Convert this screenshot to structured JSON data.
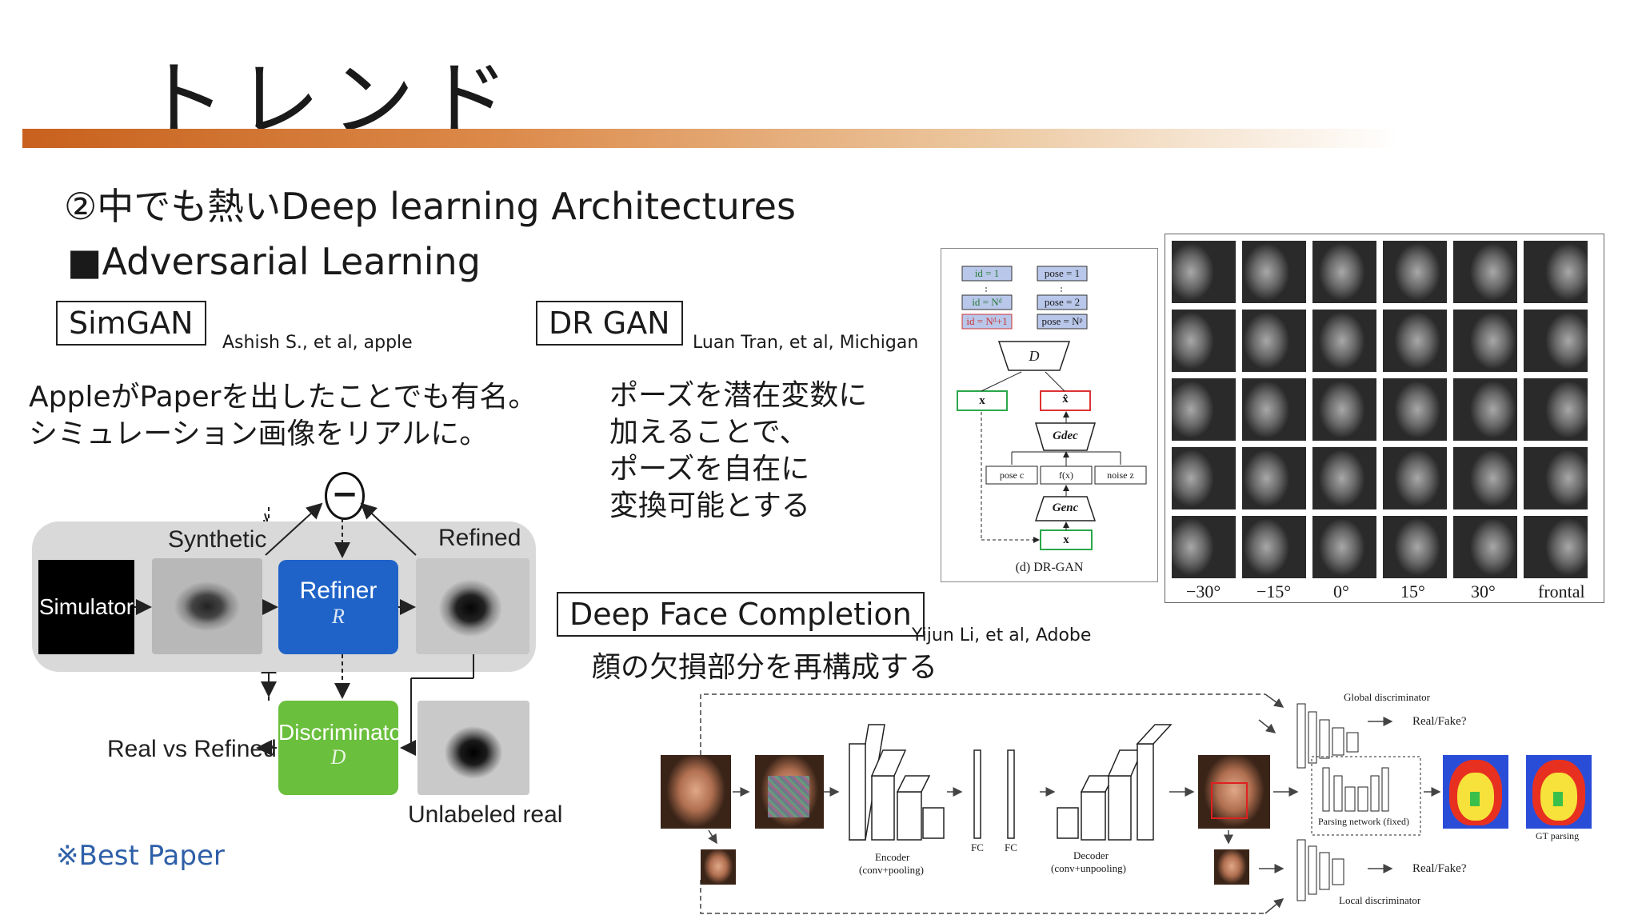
{
  "slide": {
    "title": "トレンド",
    "subheading": "②中でも熱いDeep learning Architectures",
    "section": "■Adversarial Learning",
    "note": "※Best Paper"
  },
  "simgan": {
    "name": "SimGAN",
    "cite": "Ashish S., et al, apple",
    "desc_lines": [
      "AppleがPaperを出したことでも有名。",
      "シミュレーション画像をリアルに。"
    ],
    "diagram": {
      "simulator": "Simulator",
      "synthetic": "Synthetic",
      "refined": "Refined",
      "refiner": "Refiner",
      "refiner_symbol": "R",
      "discriminator": "Discriminator",
      "discriminator_symbol": "D",
      "real_vs_refined": "Real vs Refined",
      "unlabeled_real": "Unlabeled real",
      "minus": "−"
    }
  },
  "drgan": {
    "name": "DR GAN",
    "cite": "Luan Tran, et al, Michigan",
    "desc_lines": [
      "ポーズを潜在変数に",
      "加えることで、",
      "ポーズを自在に",
      "変換可能とする"
    ],
    "diagram": {
      "id1": "id = 1",
      "idNd": "id = Nᵈ",
      "idNd1": "id = Nᵈ+1",
      "pose1": "pose = 1",
      "pose2": "pose = 2",
      "poseNp": "pose = Nᵖ",
      "D": "D",
      "x_hat": "x̂",
      "x": "x",
      "gdec": "Gdec",
      "genc": "Genc",
      "pose_c": "pose c",
      "fx": "f(x)",
      "noise": "noise z",
      "x_in": "x",
      "caption": "(d) DR-GAN"
    },
    "angles": [
      "−30°",
      "−15°",
      "0°",
      "15°",
      "30°",
      "frontal"
    ]
  },
  "dfc": {
    "name": "Deep Face Completion",
    "cite": "Yijun Li, et al, Adobe",
    "desc": "顔の欠損部分を再構成する",
    "diagram": {
      "global_disc": "Global discriminator",
      "real_fake_top": "Real/Fake?",
      "parsing": "Parsing network (fixed)",
      "gt_parsing": "GT parsing",
      "encoder": "Encoder",
      "encoder_sub": "(conv+pooling)",
      "fc1": "FC",
      "fc2": "FC",
      "decoder": "Decoder",
      "decoder_sub": "(conv+unpooling)",
      "real_fake_bottom": "Real/Fake?",
      "local_disc": "Local discriminator"
    }
  }
}
